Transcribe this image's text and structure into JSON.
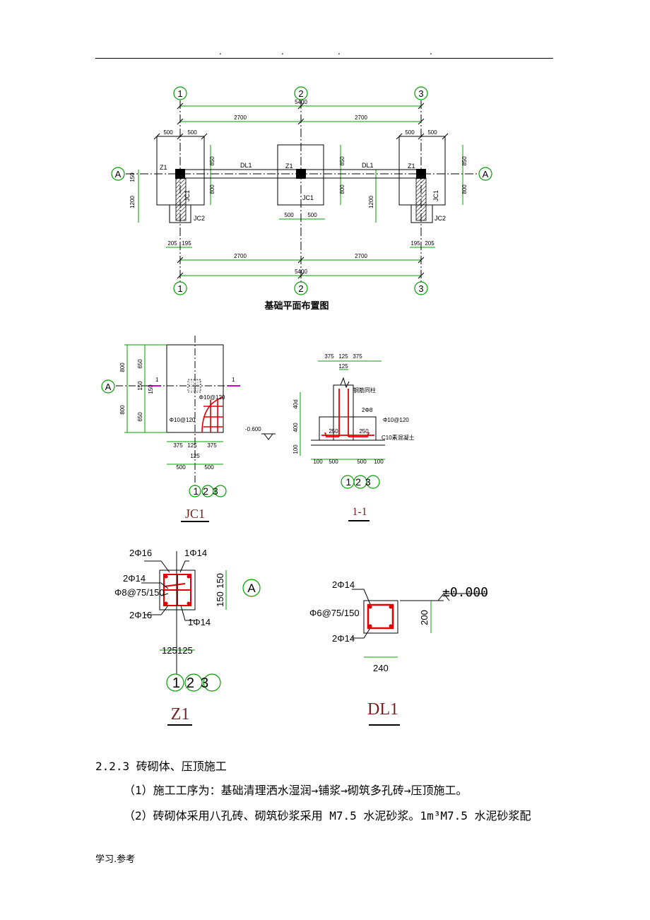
{
  "header": {
    "dots": [
      ".",
      ".",
      ".",
      "."
    ]
  },
  "plan": {
    "title": "基础平面布置图",
    "axis_labels": [
      "1",
      "2",
      "3",
      "A"
    ],
    "dims_total": "5400",
    "dims_half": "2700",
    "dim_500": "500",
    "dim_850": "850",
    "dim_800": "800",
    "dim_150": "150",
    "dim_1200": "1200",
    "dim_205": "205",
    "dim_195": "195",
    "label_z1": "Z1",
    "label_dl1": "DL1",
    "label_jc1": "JC1",
    "label_jc2": "JC2"
  },
  "jc1": {
    "title": "JC1",
    "dims": {
      "d800": "800",
      "d650": "650",
      "d150": "150",
      "d375": "375",
      "d125": "125",
      "d500": "500"
    },
    "rebar": "Φ10@120",
    "section_mark": "1",
    "axes": "123",
    "axis_a": "A"
  },
  "sec11": {
    "title": "1-1",
    "dims": {
      "d375": "375",
      "d125": "125",
      "d40": "40d",
      "d400": "400",
      "d100": "100",
      "d500": "500",
      "d250": "250"
    },
    "elev": "-0.600",
    "note_column": "钢筋同柱",
    "note_2phi8": "2Φ8",
    "note_rebar": "Φ10@120",
    "note_concrete": "C10素混凝土",
    "axes": "123"
  },
  "z1": {
    "title": "Z1",
    "labels": {
      "r1": "2Φ16",
      "r2": "1Φ14",
      "r3": "2Φ14",
      "r4": "Φ8@75/150",
      "r5": "2Φ16",
      "r6": "1Φ14"
    },
    "dims": {
      "d150": "150",
      "d125": "125"
    },
    "axes": "123",
    "axis_a": "A"
  },
  "dl1": {
    "title": "DL1",
    "labels": {
      "top": "2Φ14",
      "stirrup": "Φ6@75/150",
      "bottom": "2Φ14"
    },
    "elev": "±0.000",
    "dims": {
      "h": "200",
      "w": "240"
    }
  },
  "text": {
    "heading": "2.2.3 砖砌体、压顶施工",
    "para1": "（1）施工工序为：基础清理洒水湿润→铺浆→砌筑多孔砖→压顶施工。",
    "para2": "（2）砖砌体采用八孔砖、砌筑砂浆采用 M7.5 水泥砂浆。1m³M7.5 水泥砂浆配"
  },
  "footer": "学习.参考",
  "colors": {
    "green": "#00a000",
    "red": "#e00000",
    "magenta": "#d000d0"
  }
}
